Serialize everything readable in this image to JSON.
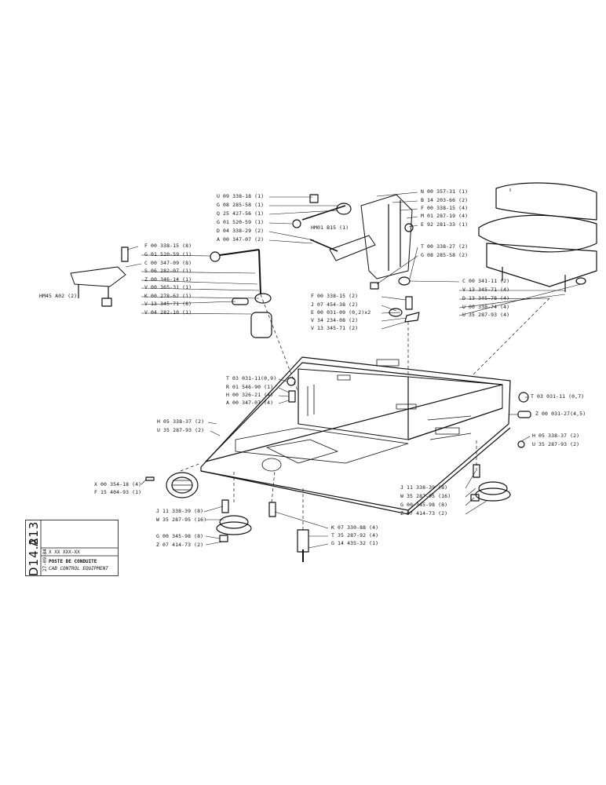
{
  "title_block": {
    "code_part1": "A13",
    "code_part2": "D14.2",
    "date": "27-09-84",
    "ref": "X XX  XXX-XX",
    "title_fr": "POSTE DE CONDUITE",
    "title_en": "CAB CONTROL EQUIPMENT"
  },
  "part_labels": {
    "upper_mid": [
      "U 09 338-18 (1)",
      "G 08 285-58 (1)",
      "Q 25 427-56 (1)",
      "G 01 520-59 (1)",
      "D 04 338-29 (2)",
      "A 00 347-07 (2)"
    ],
    "upper_right": [
      "N 00 357-31 (1)",
      "B 14 203-66 (2)",
      "F 00 338-15 (4)",
      "M 01 287-19 (4)",
      "E 92 281-33 (1)"
    ],
    "left_lever": [
      "F 00 338-15 (8)",
      "G 01 520-59 (1)",
      "C 00 347-09 (8)",
      "S 06 282-07 (1)",
      "Z 00 346-14 (1)",
      "V 00 365-31 (1)",
      "K 00 278-62 (1)",
      "V 13 345-71 (8)",
      "V 04 282-10 (1)"
    ],
    "ref_hm01": "HM01 B15 (1)",
    "ref_hm45": "HM45 A02 (2)",
    "t_0838": "T 00 338-27 (2)",
    "g_0828": "G 08 285-58 (2)",
    "seat_group": [
      "C 00 341-11 (2)",
      "V 13 345-71 (4)",
      "D 13 345-78 (4)",
      "U 00 338-74 (4)",
      "U 35 287-93 (4)"
    ],
    "center_pedal": [
      "F 00 338-15 (2)",
      "J 07 454-38 (2)",
      "E 00 031-09 (0,2)x2",
      "V 34 234-08 (2)",
      "V 13 345-71 (2)"
    ],
    "center_left": [
      "T 03 031-11(0,9)",
      "R 01 546-90 (1)",
      "H 00 326-21 (4)",
      "A 00 347-07 (4)"
    ],
    "right_clip_1": "T 03 031-11 (0,7)",
    "right_clip_2": "Z 00 031-27(4,5)",
    "right_bolt": [
      "H 05 338-37 (2)",
      "U 35 287-93 (2)"
    ],
    "left_bolt": [
      "H 05 338-37 (2)",
      "U 35 287-93 (2)"
    ],
    "vent": [
      "X 00 354-18 (4)",
      "F 15 404-93 (1)"
    ],
    "right_mount": [
      "J 11 338-39 (8)",
      "W 35 287-95 (16)",
      "G 00 345-98 (8)",
      "Z 07 414-73 (2)"
    ],
    "left_mount_a": [
      "J 11 338-39 (8)",
      "W 35 287-95 (16)"
    ],
    "left_mount_b": [
      "G 00 345-98 (8)",
      "Z 07 414-73 (2)"
    ],
    "bottom_center": [
      "K 07 330-88 (4)",
      "T 35 287-92 (4)",
      "G 14 435-32 (1)"
    ]
  }
}
